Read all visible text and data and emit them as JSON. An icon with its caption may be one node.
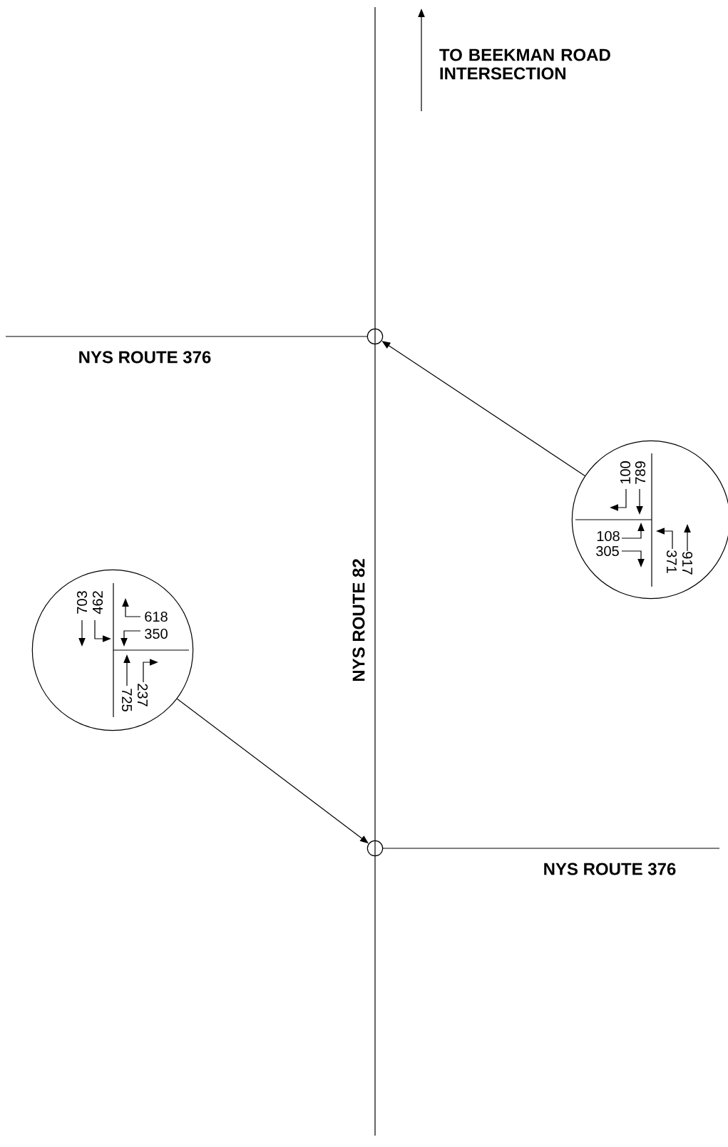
{
  "diagram": {
    "nodes": [
      {
        "text": [],
        "shape": "circle"
      },
      {
        "text": [],
        "shape": "circle"
      },
      {
        "text": [
          "100",
          "789",
          "108",
          "305",
          "371",
          "917"
        ]
      },
      {
        "text": [
          "703",
          "462",
          "618",
          "350",
          "725",
          "237"
        ]
      }
    ],
    "edges": [
      {
        "from": 2,
        "to": 0,
        "arrow": "to"
      },
      {
        "from": 3,
        "to": 1,
        "arrow": "to"
      }
    ],
    "labels": [
      "TO BEEKMAN ROAD INTERSECTION",
      "NYS ROUTE 376",
      "NYS ROUTE 82",
      "NYS ROUTE 376"
    ]
  }
}
